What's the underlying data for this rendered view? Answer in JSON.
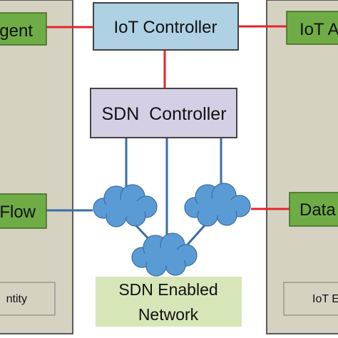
{
  "colors": {
    "panel_fill": "#d6d2c2",
    "panel_stroke": "#5a5a5a",
    "green_fill": "#6fac46",
    "green_stroke": "#3f6b22",
    "controller_fill": "#aed1e3",
    "controller_stroke": "#444444",
    "sdn_controller_fill": "#d5cfe6",
    "network_label_fill": "#d7e6b8",
    "cloud_fill": "#5b9bd5",
    "cloud_stroke": "#3a6ea5",
    "link_color": "#e3262b"
  },
  "left_panel": {
    "agent_label": "gent",
    "flow_label": "Flow",
    "entity_label": "ntity"
  },
  "right_panel": {
    "iot_a_label": "IoT A",
    "data_label": "Data",
    "iot_e_label": "IoT E"
  },
  "iot_controller": {
    "label": "IoT Controller"
  },
  "sdn_controller": {
    "label": "SDN  Controller"
  },
  "sdn_network": {
    "line1": "SDN Enabled",
    "line2": "Network"
  }
}
